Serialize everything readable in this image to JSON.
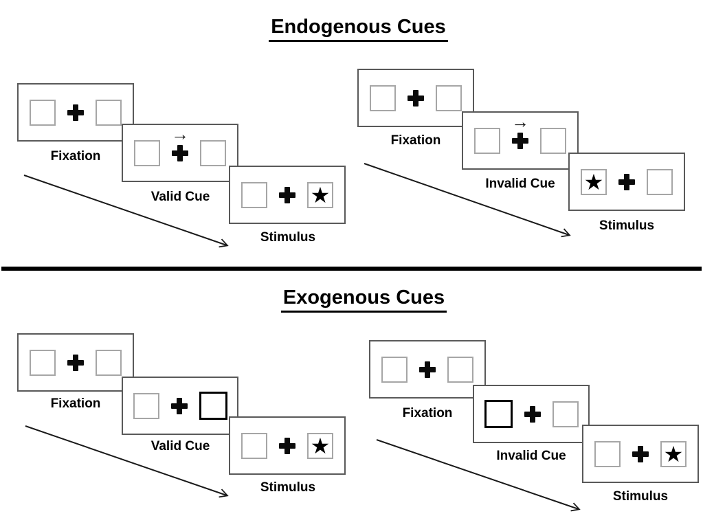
{
  "glyphs": {
    "star": "★",
    "cue_arrow": "→",
    "fixation_cross": "+"
  },
  "colors": {
    "panel_border": "#595959",
    "box_border": "#a6a6a6",
    "cue_border": "#000000",
    "ink": "#000000",
    "divider": "#000000"
  },
  "sections": [
    {
      "title": "Endogenous Cues",
      "trials": [
        {
          "type": "valid",
          "panels": [
            {
              "label": "Fixation",
              "left_box": "empty",
              "center": "fixation-cross",
              "right_box": "empty"
            },
            {
              "label": "Valid Cue",
              "left_box": "empty",
              "center": "fixation-cross with right-arrow above",
              "right_box": "empty"
            },
            {
              "label": "Stimulus",
              "left_box": "empty",
              "center": "fixation-cross",
              "right_box": "star"
            }
          ]
        },
        {
          "type": "invalid",
          "panels": [
            {
              "label": "Fixation",
              "left_box": "empty",
              "center": "fixation-cross",
              "right_box": "empty"
            },
            {
              "label": "Invalid Cue",
              "left_box": "empty",
              "center": "fixation-cross with right-arrow above",
              "right_box": "empty"
            },
            {
              "label": "Stimulus",
              "left_box": "star",
              "center": "fixation-cross",
              "right_box": "empty"
            }
          ]
        }
      ]
    },
    {
      "title": "Exogenous Cues",
      "trials": [
        {
          "type": "valid",
          "panels": [
            {
              "label": "Fixation",
              "left_box": "empty",
              "center": "fixation-cross",
              "right_box": "empty"
            },
            {
              "label": "Valid Cue",
              "left_box": "empty",
              "center": "fixation-cross",
              "right_box": "highlighted-box"
            },
            {
              "label": "Stimulus",
              "left_box": "empty",
              "center": "fixation-cross",
              "right_box": "star"
            }
          ]
        },
        {
          "type": "invalid",
          "panels": [
            {
              "label": "Fixation",
              "left_box": "empty",
              "center": "fixation-cross",
              "right_box": "empty"
            },
            {
              "label": "Invalid Cue",
              "left_box": "highlighted-box",
              "center": "fixation-cross",
              "right_box": "empty"
            },
            {
              "label": "Stimulus",
              "left_box": "empty",
              "center": "fixation-cross",
              "right_box": "star"
            }
          ]
        }
      ]
    }
  ]
}
